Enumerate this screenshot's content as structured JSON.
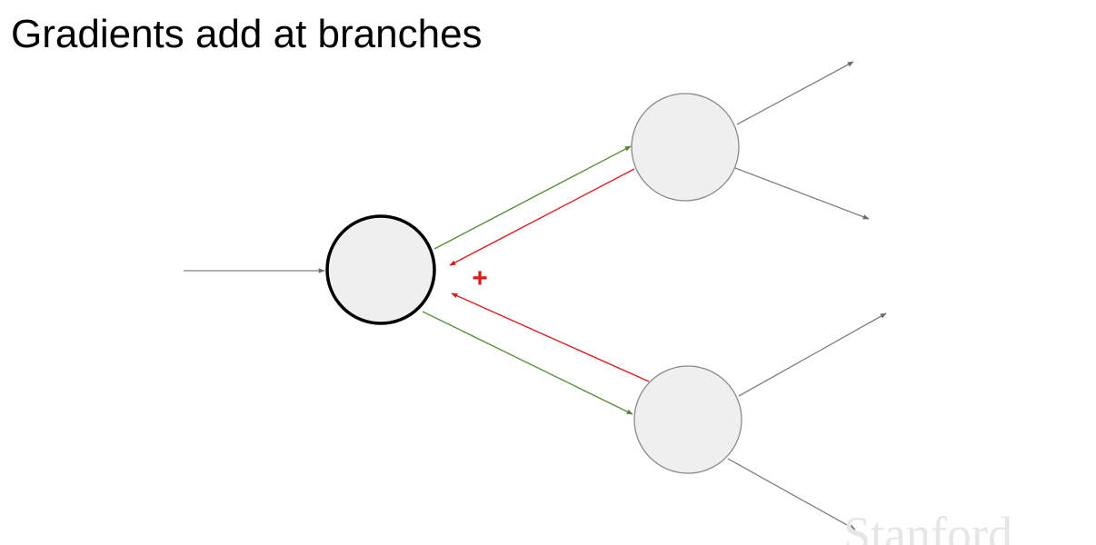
{
  "title": "Gradients add at branches",
  "sum_symbol": "+",
  "watermark": "Stanford",
  "colors": {
    "forward_edge": "#808080",
    "forward_branch": "#5b8f3c",
    "gradient_edge": "#d62020",
    "node_fill": "#efeff0",
    "node_stroke": "#8a8a8a",
    "main_node_stroke": "#000000"
  },
  "nodes": [
    {
      "name": "main-node",
      "emphasis": true
    },
    {
      "name": "upper-branch-node",
      "emphasis": false
    },
    {
      "name": "lower-branch-node",
      "emphasis": false
    }
  ],
  "edges": [
    {
      "name": "input-edge",
      "kind": "forward",
      "from": "input",
      "to": "main-node"
    },
    {
      "name": "forward-edge-to-upper",
      "kind": "forward-branch",
      "from": "main-node",
      "to": "upper-branch-node"
    },
    {
      "name": "forward-edge-to-lower",
      "kind": "forward-branch",
      "from": "main-node",
      "to": "lower-branch-node"
    },
    {
      "name": "gradient-edge-from-upper",
      "kind": "gradient",
      "from": "upper-branch-node",
      "to": "main-node"
    },
    {
      "name": "gradient-edge-from-lower",
      "kind": "gradient",
      "from": "lower-branch-node",
      "to": "main-node"
    },
    {
      "name": "upper-output-edge-1",
      "kind": "forward",
      "from": "upper-branch-node",
      "to": "output"
    },
    {
      "name": "upper-output-edge-2",
      "kind": "forward",
      "from": "upper-branch-node",
      "to": "output"
    },
    {
      "name": "lower-output-edge-1",
      "kind": "forward",
      "from": "lower-branch-node",
      "to": "output"
    },
    {
      "name": "lower-output-edge-2",
      "kind": "forward",
      "from": "lower-branch-node",
      "to": "output"
    }
  ]
}
